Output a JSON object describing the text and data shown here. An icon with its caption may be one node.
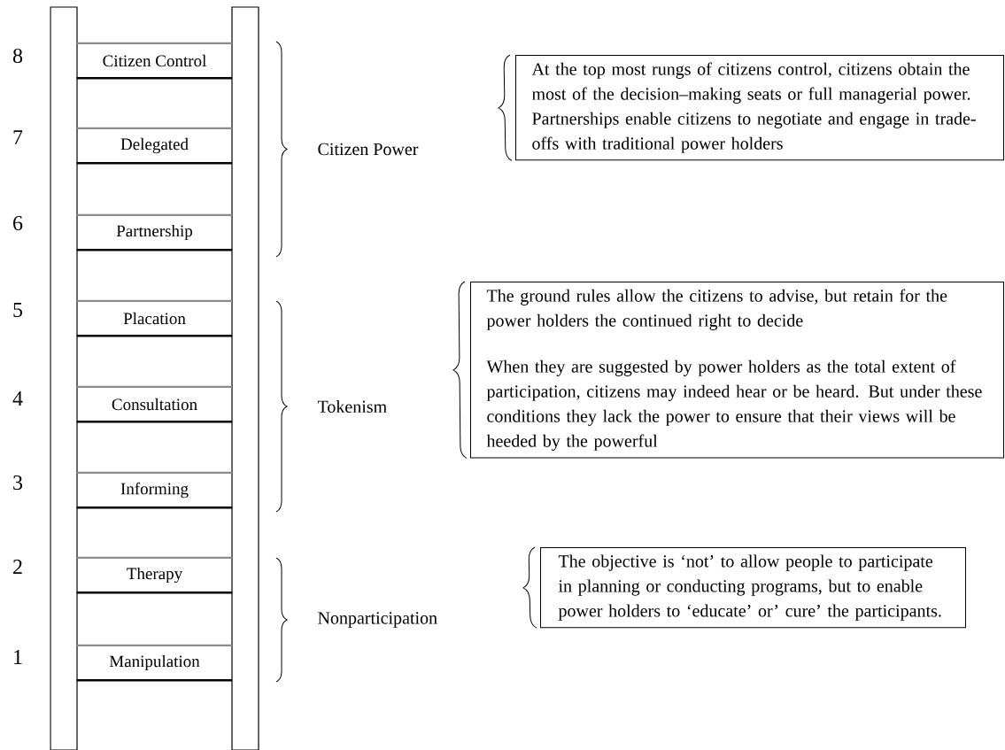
{
  "diagram": {
    "nodes": [
      {
        "text": [
          "Citizen Control"
        ]
      },
      {
        "text": [
          "Delegated"
        ]
      },
      {
        "text": [
          "Partnership"
        ]
      },
      {
        "text": [
          "Placation"
        ]
      },
      {
        "text": [
          "Consultation"
        ]
      },
      {
        "text": [
          "Informing"
        ]
      },
      {
        "text": [
          "Therapy"
        ]
      },
      {
        "text": [
          "Manipulation"
        ]
      },
      {
        "text": [
          "At the top most rungs of citizens control, citizens obtain the most of the decision–making seats or full managerial power.",
          "Partnerships enable citizens to negotiate and engage in trade-offs with traditional power holders"
        ]
      },
      {
        "text": [
          "The ground rules allow the citizens to advise, but retain for the power holders the continued right to decide",
          "When they are suggested by power holders as the total extent of participation, citizens may indeed hear or be heard. But under these conditions they lack the power to ensure that their views will be heeded by the powerful"
        ]
      },
      {
        "text": [
          "The objective is ‘not’ to allow people to participate in planning or conducting programs, but to enable power holders to ‘educate’ or’ cure’ the participants."
        ]
      }
    ],
    "labels": [
      "8",
      "7",
      "6",
      "5",
      "4",
      "3",
      "2",
      "1",
      "Citizen Power",
      "Tokenism",
      "Nonparticipation"
    ]
  }
}
